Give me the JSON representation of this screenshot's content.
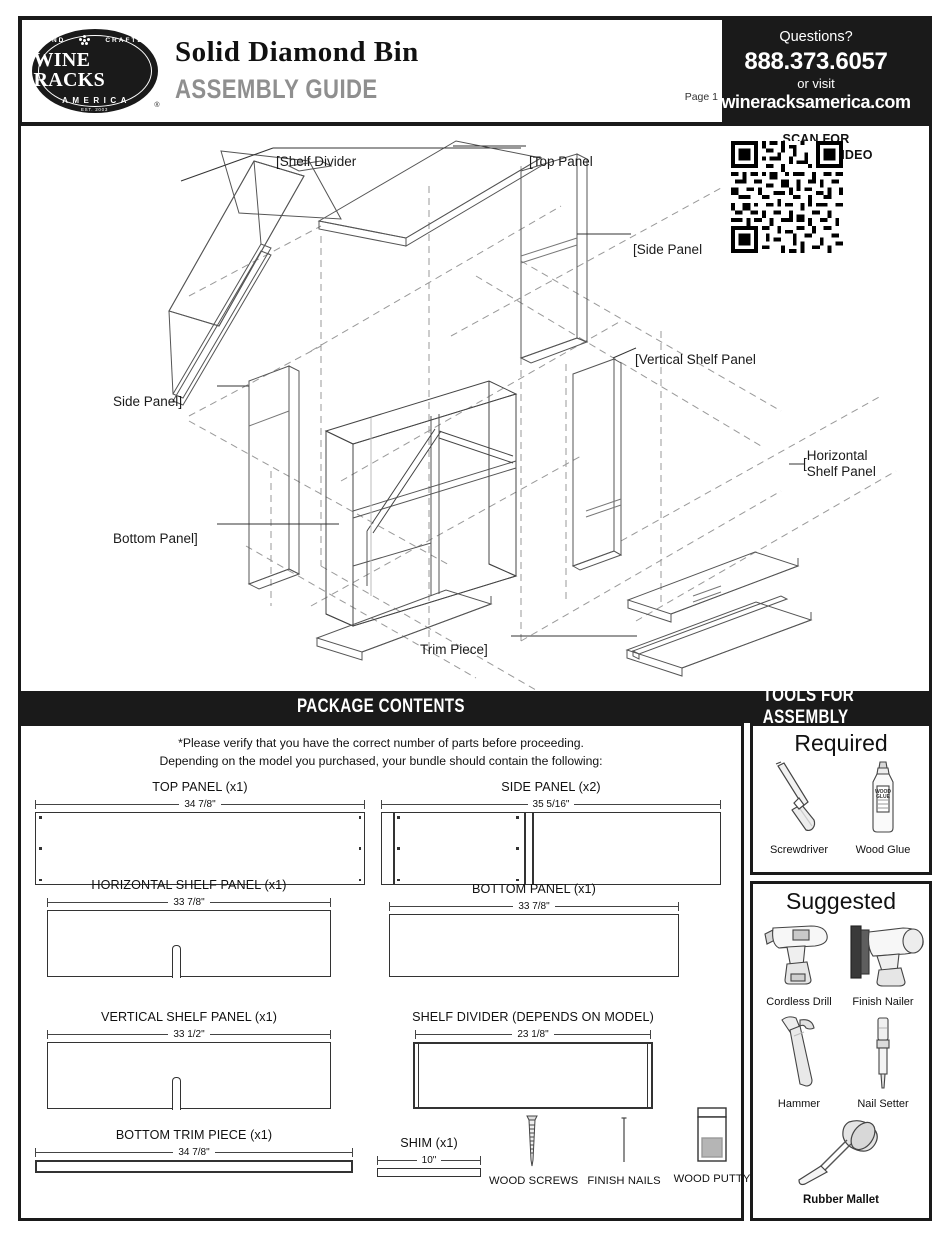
{
  "header": {
    "logo": {
      "arc_left": "HAND",
      "arc_right": "CRAFTED",
      "main": "WINE RACKS",
      "america": "AMERICA",
      "est": "EST. 2003",
      "registered": "®"
    },
    "title": "Solid Diamond Bin",
    "subtitle": "ASSEMBLY GUIDE",
    "page_label": "Page 1",
    "contact": {
      "questions": "Questions?",
      "phone": "888.373.6057",
      "or_visit": "or visit",
      "website": "wineracksamerica.com"
    }
  },
  "diagram": {
    "qr": {
      "line1": "SCAN FOR",
      "line2": "ASSEMBLY VIDEO"
    },
    "labels": [
      {
        "id": "shelf-divider",
        "text": "Shelf Divider",
        "bracket": "left"
      },
      {
        "id": "top-panel",
        "text": "Top Panel",
        "bracket": "left"
      },
      {
        "id": "side-panel-right",
        "text": "Side Panel",
        "bracket": "left"
      },
      {
        "id": "side-panel-left",
        "text": "Side Panel",
        "bracket": "right"
      },
      {
        "id": "vertical-shelf",
        "text": "Vertical Shelf Panel",
        "bracket": "left"
      },
      {
        "id": "horizontal-shelf",
        "text": "Horizontal\nShelf Panel",
        "bracket": "left"
      },
      {
        "id": "bottom-panel",
        "text": "Bottom Panel",
        "bracket": "right"
      },
      {
        "id": "trim-piece",
        "text": "Trim Piece",
        "bracket": "right"
      }
    ]
  },
  "sections": {
    "package_contents_title": "PACKAGE CONTENTS",
    "tools_title": "TOOLS FOR ASSEMBLY"
  },
  "package": {
    "note_line1": "*Please verify that you have the correct number of parts before proceeding.",
    "note_line2": "Depending on the model you purchased, your bundle should contain the following:",
    "parts": [
      {
        "id": "top-panel",
        "name": "TOP PANEL (x1)",
        "dim": "34 7/8\""
      },
      {
        "id": "side-panel",
        "name": "SIDE PANEL (x2)",
        "dim": "35 5/16\""
      },
      {
        "id": "horizontal-shelf",
        "name": "HORIZONTAL SHELF PANEL (x1)",
        "dim": "33 7/8\""
      },
      {
        "id": "bottom-panel",
        "name": "BOTTOM PANEL (x1)",
        "dim": "33 7/8\""
      },
      {
        "id": "vertical-shelf",
        "name": "VERTICAL SHELF PANEL (x1)",
        "dim": "33 1/2\""
      },
      {
        "id": "shelf-divider",
        "name": "SHELF DIVIDER (DEPENDS ON MODEL)",
        "dim": "23 1/8\""
      },
      {
        "id": "bottom-trim",
        "name": "BOTTOM TRIM PIECE (x1)",
        "dim": "34 7/8\""
      },
      {
        "id": "shim",
        "name": "SHIM (x1)",
        "dim": "10\""
      }
    ],
    "hardware": [
      {
        "id": "wood-screws",
        "name": "WOOD SCREWS"
      },
      {
        "id": "finish-nails",
        "name": "FINISH NAILS"
      },
      {
        "id": "wood-putty",
        "name": "WOOD PUTTY"
      }
    ]
  },
  "tools": {
    "required_title": "Required",
    "required": [
      {
        "id": "screwdriver",
        "name": "Screwdriver"
      },
      {
        "id": "wood-glue",
        "name": "Wood Glue",
        "bottle_label_line1": "WOOD",
        "bottle_label_line2": "GLUE"
      }
    ],
    "suggested_title": "Suggested",
    "suggested": [
      {
        "id": "cordless-drill",
        "name": "Cordless Drill"
      },
      {
        "id": "finish-nailer",
        "name": "Finish Nailer"
      },
      {
        "id": "hammer",
        "name": "Hammer"
      },
      {
        "id": "nail-setter",
        "name": "Nail Setter"
      },
      {
        "id": "rubber-mallet",
        "name": "Rubber Mallet"
      }
    ]
  },
  "colors": {
    "ink": "#1a1a1a",
    "subtitle_gray": "#8f8f8f",
    "line": "#333333"
  }
}
